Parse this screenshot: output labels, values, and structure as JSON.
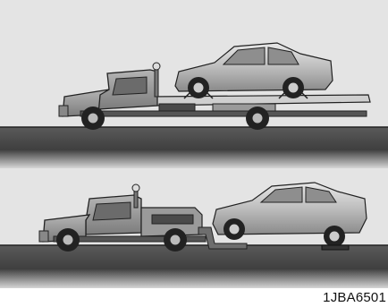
{
  "figure": {
    "reference_code": "1JBA6501"
  },
  "colors": {
    "background": "#e4e4e4",
    "road": "#555555",
    "truck_body": "#9a9a9a",
    "truck_dark": "#4a4a4a",
    "car_body": "#b8b8b8",
    "tire": "#222222"
  },
  "scenes": [
    {
      "method": "flatbed"
    },
    {
      "method": "wheel-lift"
    }
  ]
}
